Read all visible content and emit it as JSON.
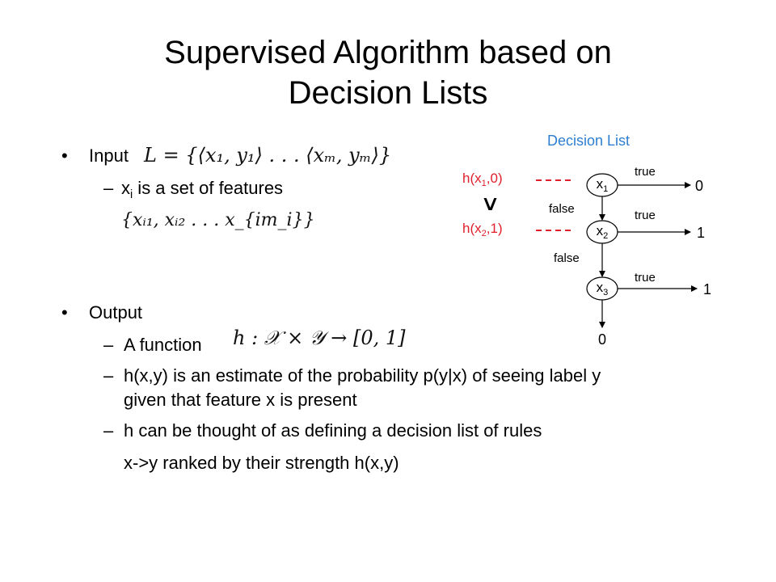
{
  "slide": {
    "title_line1": "Supervised Algorithm based on",
    "title_line2": "Decision Lists"
  },
  "input": {
    "bullet": "•",
    "label": "Input",
    "formula": "L = {⟨x₁, y₁⟩ . . . ⟨xₘ, yₘ⟩}",
    "sub_dash": "–",
    "sub_prefix": "x",
    "sub_index": "i",
    "sub_suffix": " is a set of features",
    "set_formula": "{xᵢ₁, xᵢ₂ . . . x_{im_i}}"
  },
  "output": {
    "bullet": "•",
    "label": "Output",
    "items": [
      {
        "dash": "–",
        "text": "A function"
      },
      {
        "dash": "–",
        "text": "h(x,y) is an estimate of the probability p(y|x) of seeing label y",
        "text2": "given that feature x is present"
      },
      {
        "dash": "–",
        "text": "h can be thought of as defining a decision list of rules",
        "text2": "x->y ranked by their strength h(x,y)"
      }
    ],
    "function_formula": "h : 𝒳 × 𝒴 → [0, 1]"
  },
  "diagram": {
    "title": "Decision List",
    "h1_prefix": "h(x",
    "h1_sub": "1",
    "h1_suffix": ",0)",
    "h2_prefix": "h(x",
    "h2_sub": "2",
    "h2_suffix": ",1)",
    "vee": "∨",
    "nodes": [
      {
        "base": "x",
        "sub": "1"
      },
      {
        "base": "x",
        "sub": "2"
      },
      {
        "base": "x",
        "sub": "3"
      }
    ],
    "true_label": "true",
    "false_label": "false",
    "outputs": [
      "0",
      "1",
      "1",
      "0"
    ],
    "colors": {
      "accent_blue": "#2f7fd1",
      "hypothesis_red": "#e0202c"
    }
  }
}
